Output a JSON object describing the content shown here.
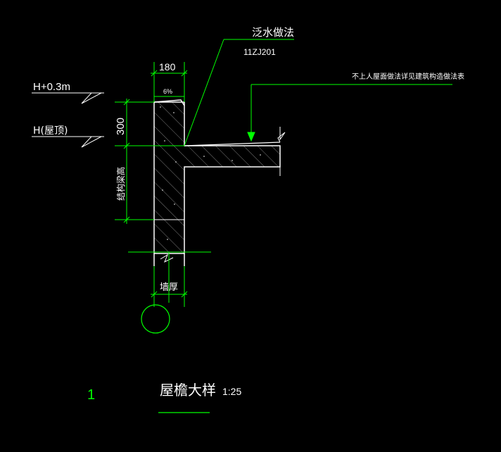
{
  "drawing": {
    "callout_title": "泛水做法",
    "callout_ref": "11ZJ201",
    "note": "不上人屋面做法详见建筑构造做法表",
    "dim_width_top": "180",
    "slope": "6%",
    "dim_height": "300",
    "beam_height_label": "结构梁高",
    "wall_thickness_label": "墙厚",
    "level_upper": "H+0.3m",
    "level_roof": "H(屋顶)",
    "axis_number": "1",
    "detail_title": "屋檐大样",
    "scale": "1:25"
  },
  "colors": {
    "background": "#000000",
    "line_white": "#ffffff",
    "line_green": "#00ff00",
    "hatch": "#b0b0b0"
  }
}
